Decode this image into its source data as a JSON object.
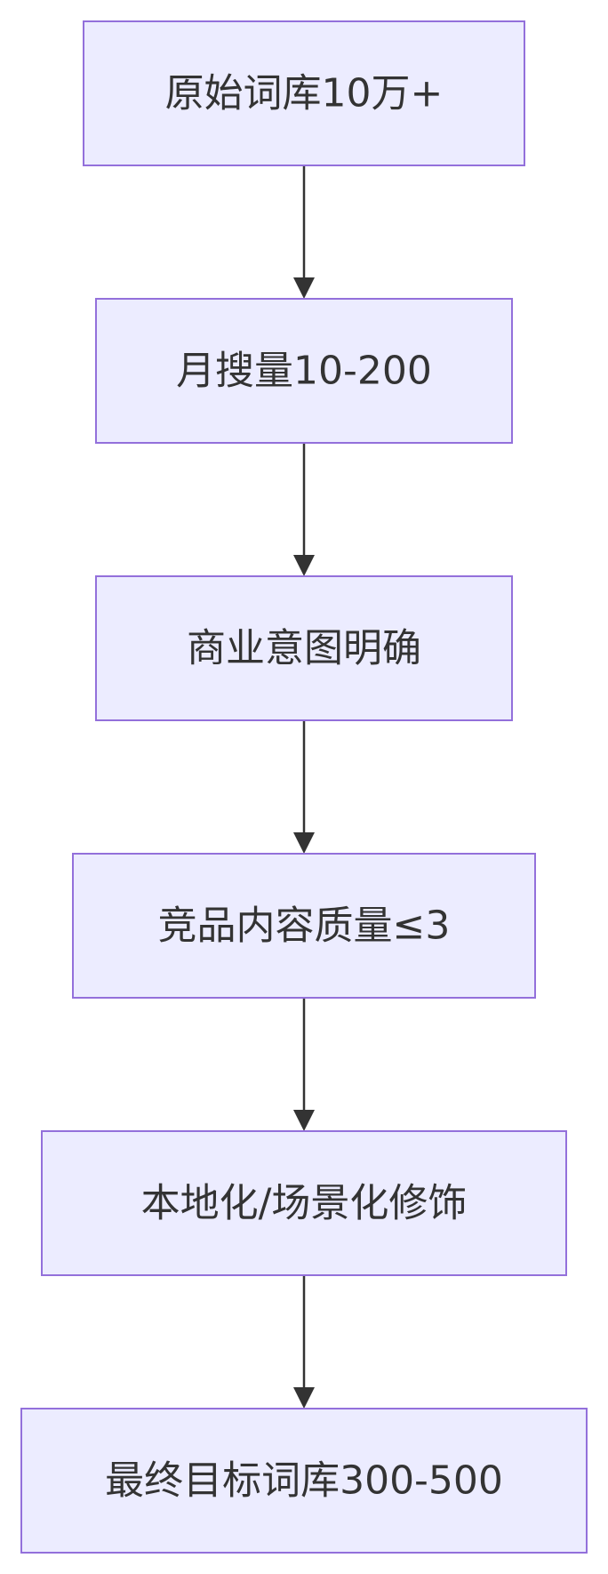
{
  "diagram": {
    "type": "flowchart",
    "direction": "top-to-bottom",
    "colors": {
      "node_fill": "#ECECFF",
      "node_stroke": "#9370DB",
      "edge": "#333333",
      "text": "#333333",
      "background": "#FFFFFF"
    },
    "nodes": [
      {
        "id": "n1",
        "label": "原始词库10万+"
      },
      {
        "id": "n2",
        "label": "月搜量10-200"
      },
      {
        "id": "n3",
        "label": "商业意图明确"
      },
      {
        "id": "n4",
        "label": "竞品内容质量≤3"
      },
      {
        "id": "n5",
        "label": "本地化/场景化修饰"
      },
      {
        "id": "n6",
        "label": "最终目标词库300-500"
      }
    ],
    "edges": [
      {
        "from": "n1",
        "to": "n2"
      },
      {
        "from": "n2",
        "to": "n3"
      },
      {
        "from": "n3",
        "to": "n4"
      },
      {
        "from": "n4",
        "to": "n5"
      },
      {
        "from": "n5",
        "to": "n6"
      }
    ]
  }
}
